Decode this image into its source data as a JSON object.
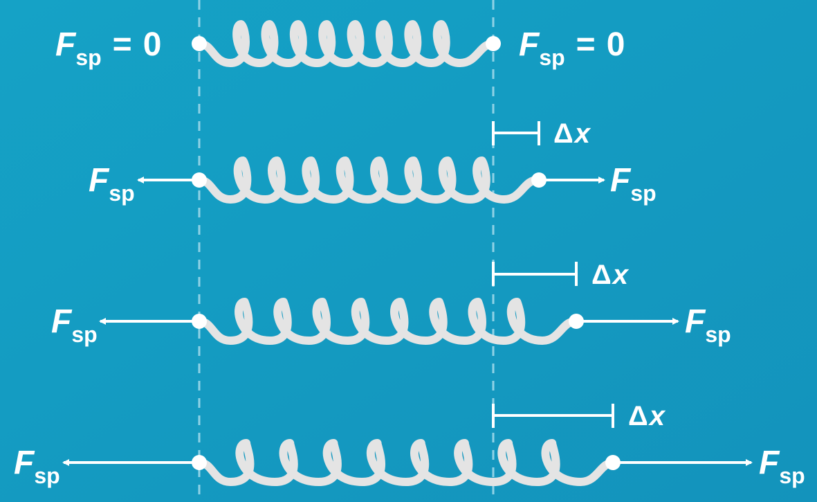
{
  "colors": {
    "background_top": "#15a0c4",
    "background_bottom": "#1494bd",
    "foreground": "#ffffff",
    "spring": "#e6e6e6",
    "guide": "#8fd2e6"
  },
  "force_symbol": "F",
  "force_subscript": "sp",
  "equals_text": "=",
  "zero_text": "0",
  "delta_symbol": "Δ",
  "displacement_symbol": "x",
  "rows": [
    {
      "state": "relaxed",
      "extension_fraction": 0.0
    },
    {
      "state": "stretched",
      "extension_fraction": 0.15
    },
    {
      "state": "stretched",
      "extension_fraction": 0.28
    },
    {
      "state": "stretched",
      "extension_fraction": 0.41
    }
  ]
}
